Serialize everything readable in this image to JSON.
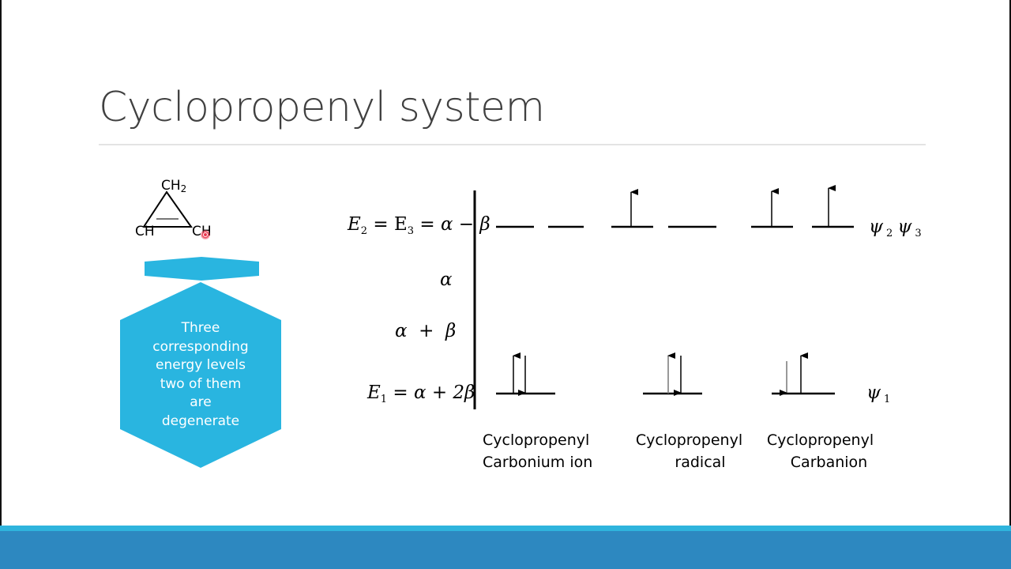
{
  "slide": {
    "title": "Cyclopropenyl system",
    "colors": {
      "accent_cyan": "#2fb4dd",
      "footer_blue": "#2d88c0",
      "hexagon_fill": "#29b5e0",
      "title_text": "#404040"
    }
  },
  "structure": {
    "top_group": "CH",
    "top_subscript": "2",
    "left_group": "CH",
    "right_group": "CH"
  },
  "callout": {
    "lines": [
      "Three",
      "corresponding",
      "energy levels",
      "two of them",
      "are",
      "degenerate"
    ]
  },
  "energy_diagram": {
    "levels": [
      {
        "label_main": "E",
        "sub1": "2",
        "mid": " = E",
        "sub2": "3",
        "rest": " = α − β",
        "orbital": "ψ",
        "orbital_subs": [
          "2",
          "3"
        ]
      },
      {
        "label": "α"
      },
      {
        "label": "α  +  β"
      },
      {
        "label_main": "E",
        "sub1": "1",
        "rest": " = α + 2β",
        "orbital": "ψ",
        "orbital_subs": [
          "1"
        ]
      }
    ],
    "species": [
      {
        "line1": "Cyclopropenyl",
        "line2": "Carbonium ion",
        "upper_electrons": [
          0,
          0
        ],
        "lower_electrons": 2
      },
      {
        "line1": "Cyclopropenyl",
        "line2": "radical",
        "upper_electrons": [
          1,
          0
        ],
        "lower_electrons": 2
      },
      {
        "line1": "Cyclopropenyl",
        "line2": "Carbanion",
        "upper_electrons": [
          1,
          1
        ],
        "lower_electrons": 2
      }
    ]
  }
}
